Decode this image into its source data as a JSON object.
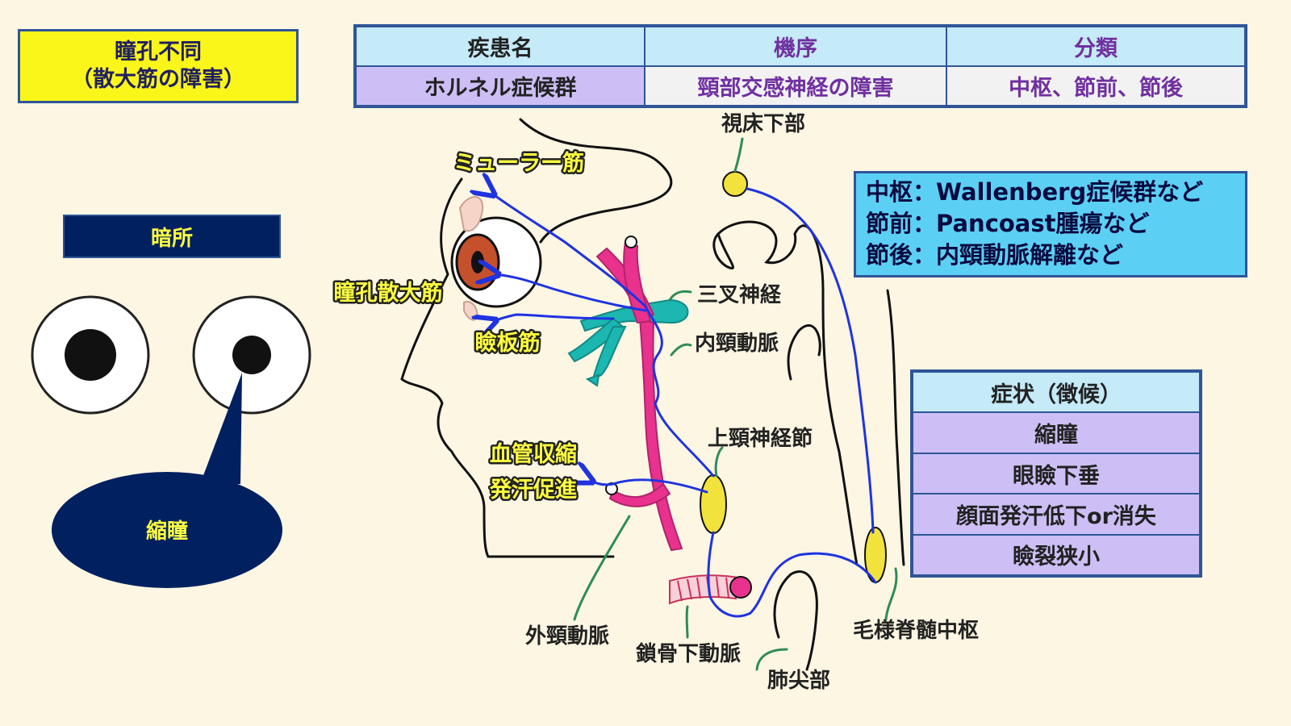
{
  "title": {
    "line1": "瞳孔不同",
    "line2": "（散大筋の障害）"
  },
  "table": {
    "headers": [
      "疾患名",
      "機序",
      "分類"
    ],
    "values": [
      "ホルネル症候群",
      "頸部交感神経の障害",
      "中枢、節前、節後"
    ]
  },
  "condition_label": "暗所",
  "bubble_label": "縮瞳",
  "classification": [
    "中枢：Wallenberg症候群など",
    "節前：Pancoast腫瘍など",
    "節後：内頸動脈解離など"
  ],
  "symptoms": {
    "header": "症状（徴候）",
    "items": [
      "縮瞳",
      "眼瞼下垂",
      "顔面発汗低下or消失",
      "瞼裂狭小"
    ]
  },
  "diagram_labels": {
    "hypothalamus": "視床下部",
    "muller": "ミューラー筋",
    "dilator": "瞳孔散大筋",
    "tarsal": "瞼板筋",
    "trigeminal": "三叉神経",
    "ica": "内頸動脈",
    "sup_cervical": "上頸神経節",
    "vaso1": "血管収縮",
    "vaso2": "発汗促進",
    "eca": "外頸動脈",
    "subclavian": "鎖骨下動脈",
    "apex": "肺尖部",
    "ciliospinal": "毛様脊髄中枢"
  }
}
